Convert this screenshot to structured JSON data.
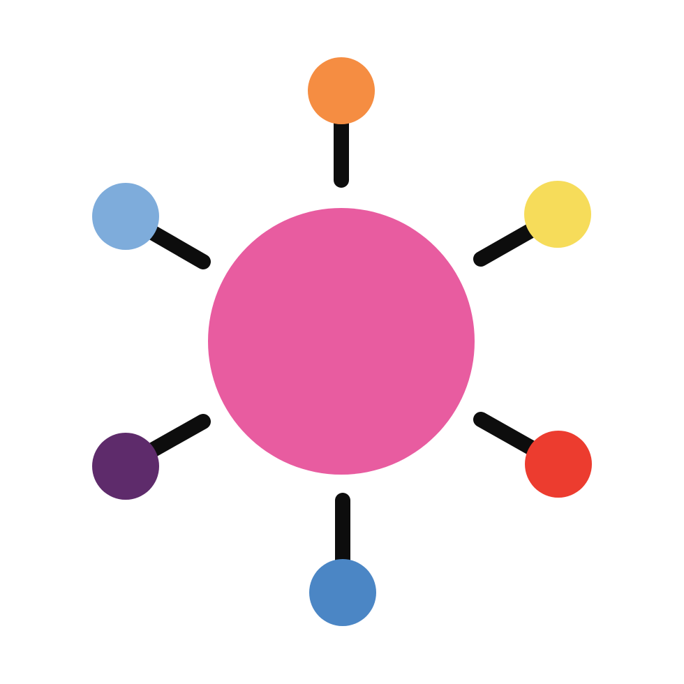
{
  "icon": {
    "name": "network-hub-icon",
    "background_color": "#ffffff",
    "connector_color": "#0d0d0d",
    "hub": {
      "name": "central-hub",
      "color": "#e85ca0"
    },
    "nodes": [
      {
        "name": "node-top",
        "color": "#f58d42"
      },
      {
        "name": "node-upper-right",
        "color": "#f6dc5a"
      },
      {
        "name": "node-lower-right",
        "color": "#ec3c2f"
      },
      {
        "name": "node-bottom",
        "color": "#4b86c5"
      },
      {
        "name": "node-lower-left",
        "color": "#5e2b6b"
      },
      {
        "name": "node-upper-left",
        "color": "#7eacdb"
      }
    ]
  }
}
